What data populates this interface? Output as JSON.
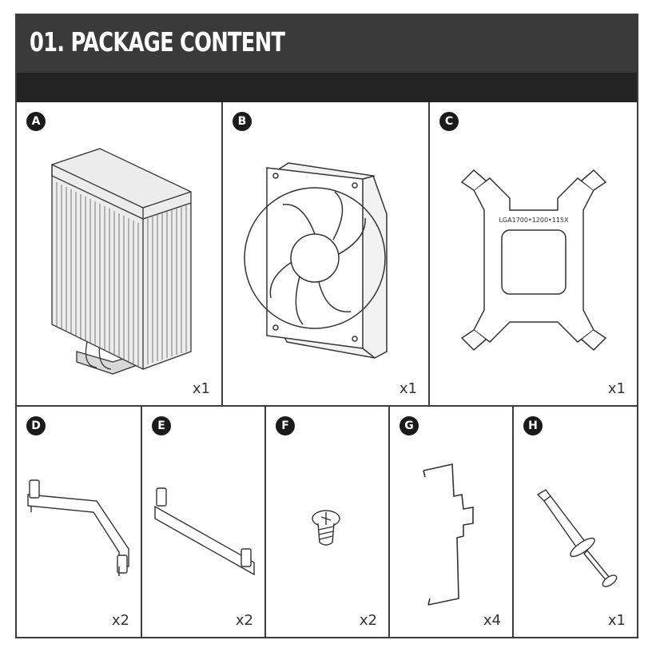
{
  "title": "01. PACKAGE CONTENT",
  "items": [
    {
      "letter": "A",
      "qty": "x1",
      "icon": "cpu-heatsink-icon"
    },
    {
      "letter": "B",
      "qty": "x1",
      "icon": "case-fan-icon",
      "label": ""
    },
    {
      "letter": "C",
      "qty": "x1",
      "icon": "backplate-icon",
      "label": "LGA1700•1200•115X"
    },
    {
      "letter": "D",
      "qty": "x2",
      "icon": "mounting-bracket-icon"
    },
    {
      "letter": "E",
      "qty": "x2",
      "icon": "mounting-bar-icon"
    },
    {
      "letter": "F",
      "qty": "x2",
      "icon": "screw-icon"
    },
    {
      "letter": "G",
      "qty": "x4",
      "icon": "fan-clip-icon"
    },
    {
      "letter": "H",
      "qty": "x1",
      "icon": "thermal-paste-syringe-icon"
    }
  ]
}
